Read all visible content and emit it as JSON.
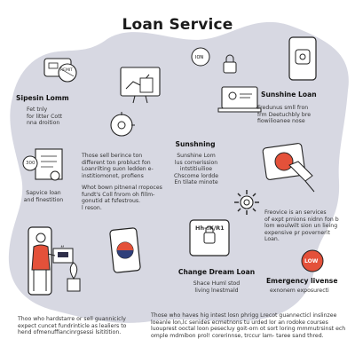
{
  "title": "Loan Service",
  "sections": {
    "lending": {
      "heading": "Sipesin Lomm",
      "body": "Fet tnly\nfor litter Cott\nnna droition"
    },
    "sunshine_loan": {
      "heading": "Sunshine Loan",
      "body": "Fredunus smll fron\nfrm Deetuchbly bre\nfiowilioanee nose"
    },
    "sunshning": {
      "heading": "Sunshning",
      "body": "Sunshine Lom\nlus cornerission\nintstitiuilioe\nChscome lordde\nEn tilate minote"
    },
    "service_loan": {
      "caption": "Sapvice loan\nand finestition"
    },
    "middle_left": {
      "para1": "Those sell berince ton\ndifferent ton probluct fon\nLoanrilting suon ledden e-\ninstitiomonot, profiens",
      "para2": "Whot bown pitnenal rropoces\nfundt's Coll fnrom oh fillm-\ngonutid at fsfestrous.\nl reson."
    },
    "right_mid": {
      "body": "Freovice is an services\nof expt prnions nidnn fon b\nlom woulwilt sion un lieing\nexpensive pr povernerit\nLoan."
    },
    "change_dream": {
      "heading": "Change Dream Loan",
      "body": "Shace Huml stod\nliving lnestmald"
    },
    "emergency": {
      "heading": "Emergency livense",
      "body": "exnonem exposurecti"
    },
    "footer_left": "Thoo who hardstarre or sell guannicicly\nexpect cuncet fundrinticle as lealiers to\nhend ofmenuffiancinrgsessi lsititition.",
    "footer_right": "Those who haves hig intest losn phrigg Lrecot guannecticl inslinzee\nloeanle lon,lc senides ecmetnons tu urded lor an rodoke courses\nluouprest ooctal loon pesecluy goit-orn ot sort loring mmmutrsinst ech\nomple mdmibon prol!  corerinnse, trccur lam- taree sand thred.",
    "labels": {
      "card_chip": "REMIT",
      "small_badge": "300",
      "tag_low": "LOW",
      "quote_mark": "“",
      "device_text": "Hh-!K/R1"
    },
    "colors": {
      "accent": "#e4513a",
      "backdrop": "#d7d8e2",
      "ink": "#1b1b1b"
    }
  }
}
